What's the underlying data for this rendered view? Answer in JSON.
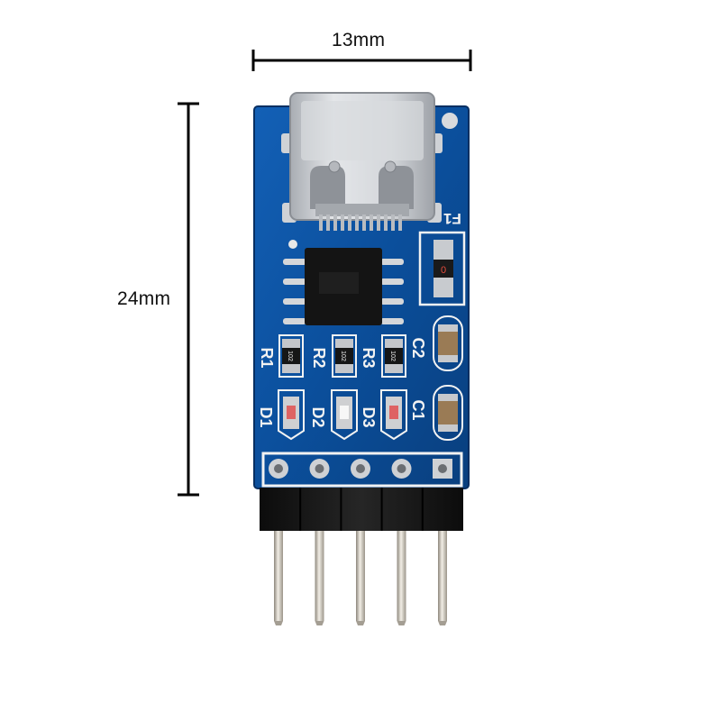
{
  "dimensions": {
    "width_label": "13mm",
    "height_label": "24mm"
  },
  "board": {
    "silkscreen": {
      "fuse": "F1",
      "fuse_marking": "0",
      "r1": "R1",
      "r2": "R2",
      "r3": "R3",
      "c1": "C1",
      "c2": "C2",
      "d1": "D1",
      "d2": "D2",
      "d3": "D3",
      "resistor_marking": "102"
    },
    "pin_count": 5,
    "colors": {
      "pcb": "#0b4f9c",
      "connector": "#c9ccd1",
      "header": "#151515",
      "pin": "#d9d4c8"
    }
  }
}
